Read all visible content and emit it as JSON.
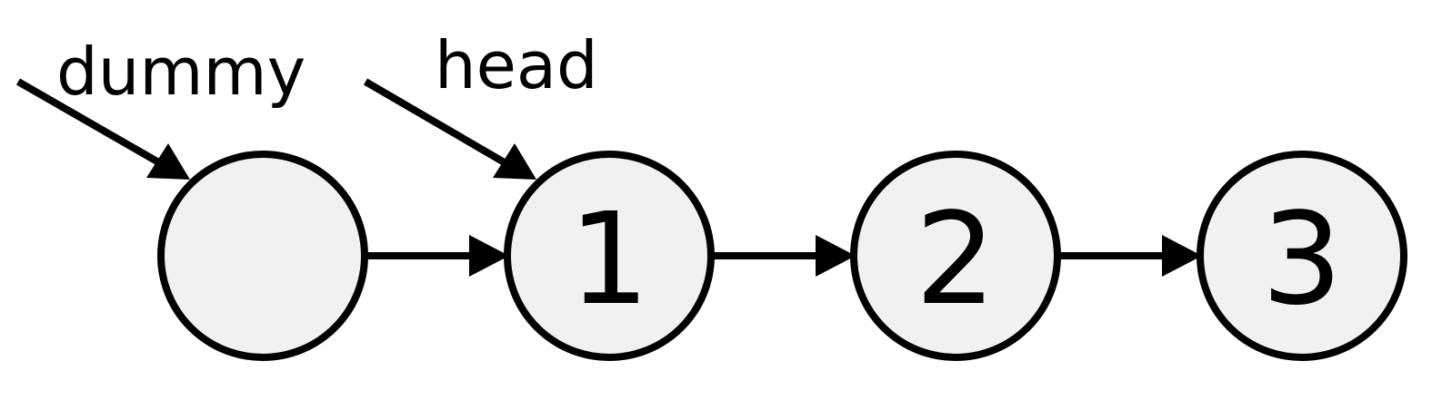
{
  "pointers": {
    "dummy": "dummy",
    "head": "head"
  },
  "nodes": [
    {
      "id": "dummy-node",
      "value": ""
    },
    {
      "id": "node-1",
      "value": "1"
    },
    {
      "id": "node-2",
      "value": "2"
    },
    {
      "id": "node-3",
      "value": "3"
    }
  ],
  "colors": {
    "node_fill": "#f1f1f1",
    "stroke": "#000000",
    "background": "#ffffff"
  }
}
